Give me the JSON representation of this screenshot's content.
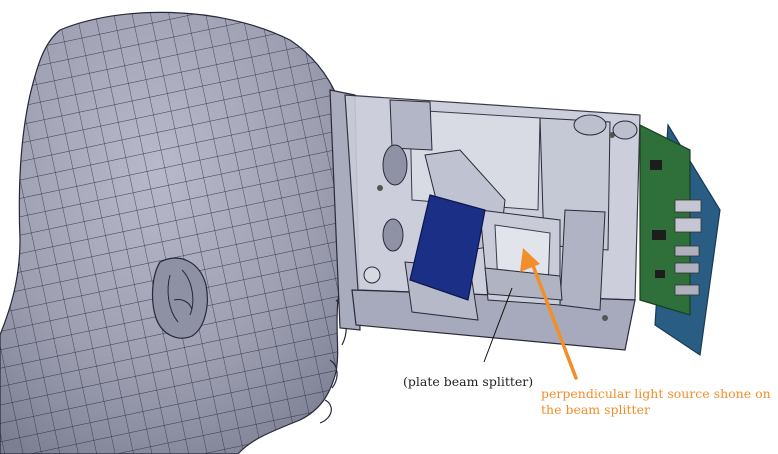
{
  "annotations": {
    "splitter_label": "(plate beam splitter)",
    "light_label_line1": "perpendicular light source shone on",
    "light_label_line2": "the beam splitter"
  },
  "colors": {
    "background": "#ffffff",
    "head_fill": "#9ea0b2",
    "head_mesh": "#26273a",
    "enclosure": "#b7bac9",
    "splitter_plate": "#1b2f86",
    "pcb_green": "#2f6f3a",
    "pcb_blue": "#2a5d84",
    "arrow": "#f28e2b",
    "annotation_orange": "#f28e2b",
    "annotation_dark": "#222222"
  },
  "icons": {
    "arrow": "arrow-pointing-to-splitter-icon"
  }
}
